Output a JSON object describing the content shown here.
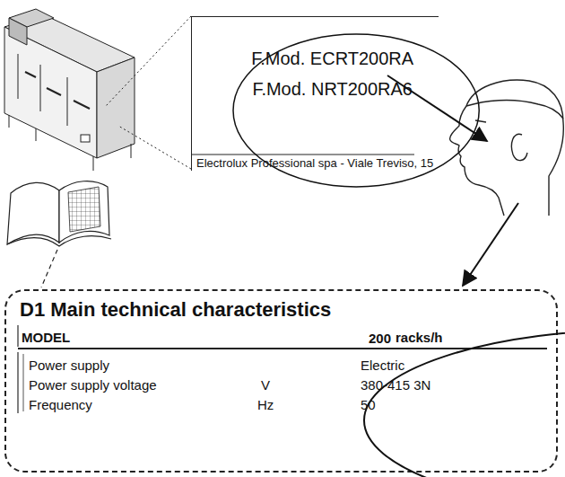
{
  "diagram": {
    "nodes": [
      {
        "text": [
          "Electrolux Professional spa - Viale Treviso, 15"
        ]
      },
      {
        "text": [
          "F.Mod. ECRT200RA",
          "F.Mod. NRT200RA6"
        ],
        "in": 0
      },
      {
        "text": [
          "D1 Main technical characteristics"
        ]
      },
      {
        "text": [
          "200"
        ],
        "in": 2
      }
    ],
    "labels": [
      "MODEL",
      "racks/h",
      "Power supply",
      "Electric",
      "Power supply voltage",
      "V",
      "380-415 3N",
      "Frequency",
      "Hz",
      "50"
    ]
  }
}
